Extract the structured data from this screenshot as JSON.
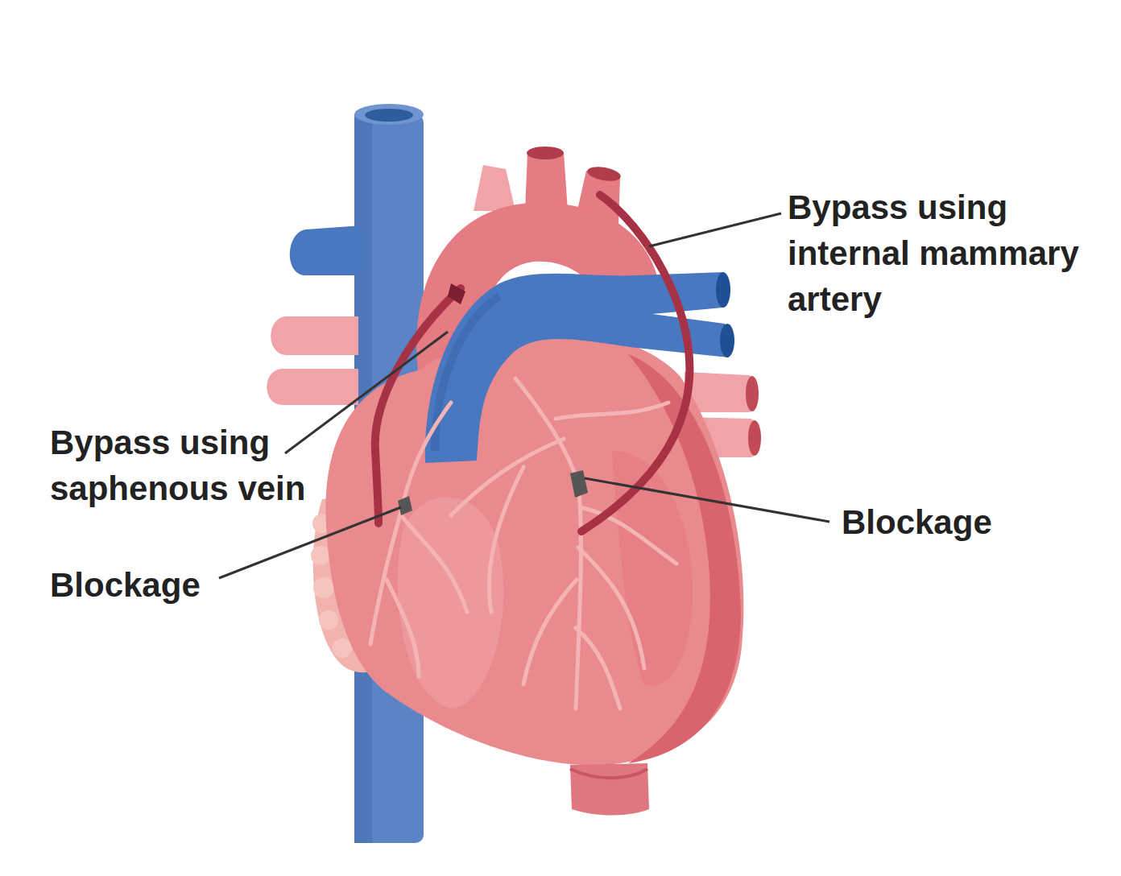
{
  "diagram": {
    "labels": [
      "Bypass using internal mammary artery",
      "Bypass using saphenous vein",
      "Blockage",
      "Blockage"
    ]
  }
}
